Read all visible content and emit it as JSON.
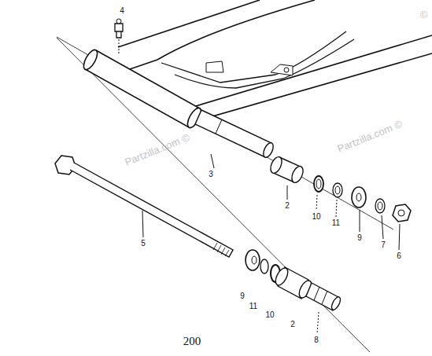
{
  "diagram": {
    "labels": [
      "4",
      "3",
      "2",
      "10",
      "11",
      "9",
      "7",
      "6",
      "5",
      "9",
      "11",
      "10",
      "2",
      "8",
      "200",
      "Partzilla.com ©",
      "Partzilla.com ©",
      "©"
    ]
  }
}
